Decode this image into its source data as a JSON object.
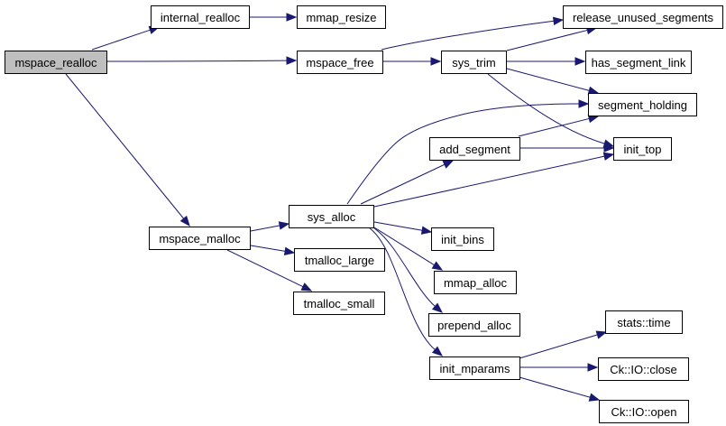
{
  "graph": {
    "title": "Call graph for mspace_realloc",
    "root": "mspace_realloc",
    "colors": {
      "edge": "#191970",
      "root_fill": "#bfbfbf",
      "node_fill": "#ffffff",
      "border": "#000000"
    },
    "nodes": [
      {
        "id": "mspace_realloc",
        "label": "mspace_realloc"
      },
      {
        "id": "internal_realloc",
        "label": "internal_realloc"
      },
      {
        "id": "mmap_resize",
        "label": "mmap_resize"
      },
      {
        "id": "release_unused_segments",
        "label": "release_unused_segments"
      },
      {
        "id": "mspace_free",
        "label": "mspace_free"
      },
      {
        "id": "sys_trim",
        "label": "sys_trim"
      },
      {
        "id": "has_segment_link",
        "label": "has_segment_link"
      },
      {
        "id": "segment_holding",
        "label": "segment_holding"
      },
      {
        "id": "add_segment",
        "label": "add_segment"
      },
      {
        "id": "init_top",
        "label": "init_top"
      },
      {
        "id": "sys_alloc",
        "label": "sys_alloc"
      },
      {
        "id": "mspace_malloc",
        "label": "mspace_malloc"
      },
      {
        "id": "init_bins",
        "label": "init_bins"
      },
      {
        "id": "tmalloc_large",
        "label": "tmalloc_large"
      },
      {
        "id": "mmap_alloc",
        "label": "mmap_alloc"
      },
      {
        "id": "tmalloc_small",
        "label": "tmalloc_small"
      },
      {
        "id": "prepend_alloc",
        "label": "prepend_alloc"
      },
      {
        "id": "stats_time",
        "label": "stats::time"
      },
      {
        "id": "init_mparams",
        "label": "init_mparams"
      },
      {
        "id": "ck_io_close",
        "label": "Ck::IO::close"
      },
      {
        "id": "ck_io_open",
        "label": "Ck::IO::open"
      }
    ],
    "edges": [
      {
        "from": "mspace_realloc",
        "to": "internal_realloc"
      },
      {
        "from": "mspace_realloc",
        "to": "mspace_free"
      },
      {
        "from": "mspace_realloc",
        "to": "mspace_malloc"
      },
      {
        "from": "internal_realloc",
        "to": "mmap_resize"
      },
      {
        "from": "mspace_free",
        "to": "release_unused_segments"
      },
      {
        "from": "mspace_free",
        "to": "sys_trim"
      },
      {
        "from": "sys_trim",
        "to": "release_unused_segments"
      },
      {
        "from": "sys_trim",
        "to": "has_segment_link"
      },
      {
        "from": "sys_trim",
        "to": "segment_holding"
      },
      {
        "from": "sys_trim",
        "to": "init_top"
      },
      {
        "from": "mspace_malloc",
        "to": "sys_alloc"
      },
      {
        "from": "mspace_malloc",
        "to": "tmalloc_large"
      },
      {
        "from": "mspace_malloc",
        "to": "tmalloc_small"
      },
      {
        "from": "sys_alloc",
        "to": "segment_holding"
      },
      {
        "from": "sys_alloc",
        "to": "add_segment"
      },
      {
        "from": "sys_alloc",
        "to": "init_top"
      },
      {
        "from": "sys_alloc",
        "to": "init_bins"
      },
      {
        "from": "sys_alloc",
        "to": "mmap_alloc"
      },
      {
        "from": "sys_alloc",
        "to": "prepend_alloc"
      },
      {
        "from": "sys_alloc",
        "to": "init_mparams"
      },
      {
        "from": "add_segment",
        "to": "segment_holding"
      },
      {
        "from": "add_segment",
        "to": "init_top"
      },
      {
        "from": "init_mparams",
        "to": "stats_time"
      },
      {
        "from": "init_mparams",
        "to": "ck_io_close"
      },
      {
        "from": "init_mparams",
        "to": "ck_io_open"
      }
    ]
  }
}
